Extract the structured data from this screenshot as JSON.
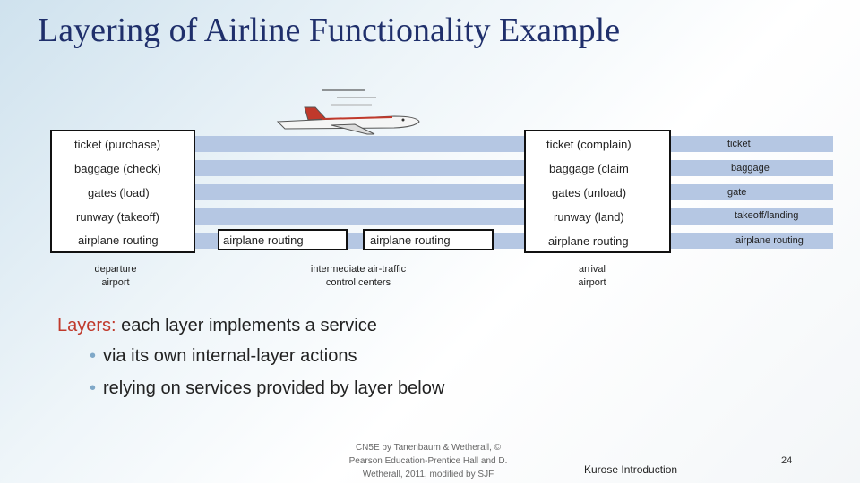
{
  "title": "Layering of Airline Functionality Example",
  "departure_stack": [
    "ticket (purchase)",
    "baggage (check)",
    "gates (load)",
    "runway (takeoff)",
    "airplane routing"
  ],
  "intermediate_routing": [
    "airplane routing",
    "airplane routing"
  ],
  "arrival_stack": [
    "ticket (complain)",
    "baggage (claim",
    "gates (unload)",
    "runway (land)",
    "airplane routing"
  ],
  "layer_labels": [
    "ticket",
    "baggage",
    "gate",
    "takeoff/landing",
    "airplane routing"
  ],
  "captions": {
    "departure": "departure\nairport",
    "intermediate": "intermediate air-traffic\ncontrol centers",
    "arrival": "arrival\nairport"
  },
  "layers_heading": "Layers:",
  "layers_description": " each layer implements a service",
  "bullets": [
    "via its own internal-layer actions",
    "relying on services provided by layer below"
  ],
  "footer": {
    "credit": "CN5E by Tanenbaum & Wetherall, © Pearson Education-Prentice Hall and D. Wetherall, 2011, modified by SJF",
    "section": "Kurose  Introduction",
    "page": "24"
  }
}
